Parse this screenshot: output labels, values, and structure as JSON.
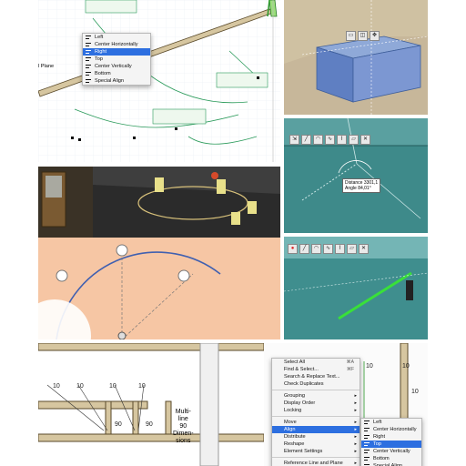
{
  "p1": {
    "menu": [
      {
        "label": "Left",
        "icon": "align-left-icon"
      },
      {
        "label": "Center Horizontally",
        "icon": "align-center-h-icon"
      },
      {
        "label": "Right",
        "icon": "align-right-icon"
      },
      {
        "label": "Top",
        "icon": "align-top-icon"
      },
      {
        "label": "Center Vertically",
        "icon": "align-center-v-icon"
      },
      {
        "label": "Bottom",
        "icon": "align-bottom-icon"
      },
      {
        "label": "Special Align",
        "icon": "special-align-icon"
      }
    ],
    "selected_index": 2,
    "side_label": "l Plane"
  },
  "p4": {
    "distance_label": "Distance",
    "distance_value": "3301,1",
    "angle_label": "Angle",
    "angle_value": "84,01°"
  },
  "p7": {
    "dims": [
      "10",
      "10",
      "10",
      "10",
      "90",
      "90"
    ],
    "multiline": [
      "Multi-",
      "line",
      "90",
      "Dimen-",
      "sions"
    ]
  },
  "p8": {
    "context_menu": [
      {
        "label": "Select All",
        "shortcut": "⌘A"
      },
      {
        "label": "Find & Select...",
        "shortcut": "⌘F"
      },
      {
        "label": "Search & Replace Text...",
        "shortcut": ""
      },
      {
        "label": "Check Duplicates",
        "shortcut": ""
      },
      {
        "sep": true
      },
      {
        "label": "Grouping",
        "arrow": true
      },
      {
        "label": "Display Order",
        "arrow": true
      },
      {
        "label": "Locking",
        "arrow": true
      },
      {
        "sep": true
      },
      {
        "label": "Move",
        "arrow": true
      },
      {
        "label": "Align",
        "arrow": true,
        "selected": true
      },
      {
        "label": "Distribute",
        "arrow": true
      },
      {
        "label": "Reshape",
        "arrow": true
      },
      {
        "label": "Element Settings",
        "arrow": true
      },
      {
        "sep": true
      },
      {
        "label": "Reference Line and Plane",
        "arrow": true
      }
    ],
    "submenu": [
      {
        "label": "Left",
        "icon": "align-left-icon"
      },
      {
        "label": "Center Horizontally",
        "icon": "align-center-h-icon"
      },
      {
        "label": "Right",
        "icon": "align-right-icon"
      },
      {
        "label": "Top",
        "icon": "align-top-icon",
        "selected": true
      },
      {
        "label": "Center Vertically",
        "icon": "align-center-v-icon"
      },
      {
        "label": "Bottom",
        "icon": "align-bottom-icon"
      },
      {
        "label": "Special Align",
        "icon": "special-align-icon"
      }
    ],
    "dims": [
      "10",
      "10",
      "10"
    ]
  },
  "colors": {
    "accent": "#2d6fe0",
    "wall_fill": "#d6c6a0",
    "teal": "#3e8a8a",
    "floor": "#f6c6a4"
  }
}
